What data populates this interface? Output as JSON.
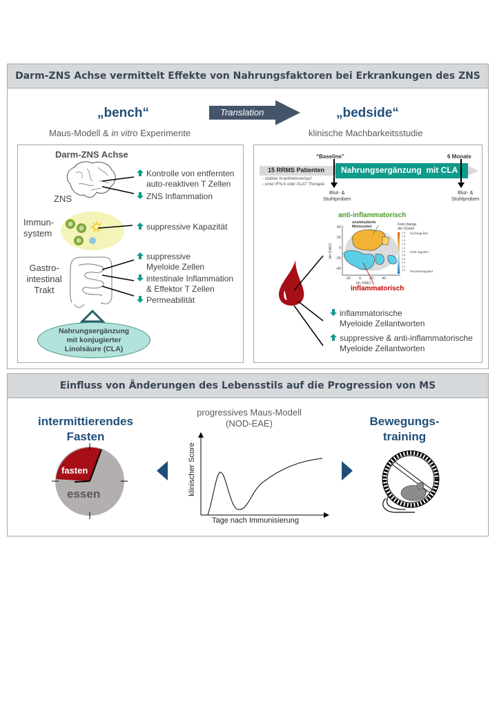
{
  "panel1": {
    "title": "Darm-ZNS Achse vermittelt Effekte von Nahrungsfaktoren bei Erkrankungen des ZNS",
    "bench": {
      "title": "„bench“",
      "subtitle_prefix": "Maus-Modell  & ",
      "subtitle_italic": "in vitro",
      "subtitle_suffix": " Experimente"
    },
    "translation_label": "Translation",
    "bedside": {
      "title": "„bedside“",
      "subtitle": "klinische Machbarkeitsstudie"
    },
    "left_box": {
      "heading": "Darm-ZNS Achse",
      "organs": {
        "zns": "ZNS",
        "immune_line1": "Immun-",
        "immune_line2": "system",
        "gi_line1": "Gastro-",
        "gi_line2": "intestinal",
        "gi_line3": "Trakt"
      },
      "effects": [
        {
          "direction": "up",
          "line1": "Kontrolle von entfernten",
          "line2": "auto-reaktiven T Zellen"
        },
        {
          "direction": "down",
          "line1": "ZNS Inflammation",
          "line2": ""
        },
        {
          "direction": "up",
          "line1": "suppressive Kapazität",
          "line2": ""
        },
        {
          "direction": "up",
          "line1": "suppressive",
          "line2": "Myeloide Zellen"
        },
        {
          "direction": "down",
          "line1": "intestinale Inflammation",
          "line2": "& Effektor T Zellen"
        },
        {
          "direction": "down",
          "line1": "Permeabilität",
          "line2": ""
        }
      ],
      "supplement": {
        "line1": "Nahrungsergänzung",
        "line2": "mit konjugierter",
        "line3": "Linolsäure (CLA)"
      }
    },
    "right_box": {
      "baseline_label": "“Baseline”",
      "end_label": "6 Monate",
      "patients_label": "15 RRMS Patienten",
      "intervention_label": "Nahrungsergänzung  mit CLA",
      "criteria": [
        "- stabiler Krankheitsverlauf",
        "- unter IFN-ß oder GLAT Therapie"
      ],
      "sample_label_line1": "Blut-  &",
      "sample_label_line2": "Stuhlproben",
      "tsne": {
        "anti_label": "anti-inflammatorisch",
        "monocyte_label_line1": "unstimulierte",
        "monocyte_label_line2": "Monozyten",
        "inflam_label": "inflammatorisch",
        "ylabel": "bh-SNE2",
        "xlabel": "bh-SNE1",
        "yticks": [
          "40",
          "20",
          "0",
          "-20",
          "-40"
        ],
        "xticks": [
          "-20",
          "0",
          "20",
          "40"
        ],
        "legend_title_line1": "Fold change",
        "legend_title_line2": "der Cluster",
        "legend_ticks": [
          "2.0",
          "1.8",
          "1.6",
          "1.4",
          "1.2",
          "1.0",
          "0.8",
          "0.6",
          "0.4",
          "0.2",
          "0.0"
        ],
        "legend_high": "hochreguliert",
        "legend_mid": "nicht reguliert",
        "legend_low": "herunterreguliert"
      },
      "effects": [
        {
          "direction": "down",
          "line1": "inflammatorische",
          "line2": "Myeloide Zellantworten"
        },
        {
          "direction": "up",
          "line1": "suppressive & anti-inflammatorische",
          "line2": "Myeloide Zellantworten"
        }
      ]
    }
  },
  "panel2": {
    "title": "Einfluss von Änderungen des Lebensstils auf die Progression von MS",
    "fasting": {
      "title_line1": "intermittierendes",
      "title_line2": "Fasten",
      "fasten_label": "fasten",
      "essen_label": "essen"
    },
    "model": {
      "title_line1": "progressives Maus-Modell",
      "title_line2": "(NOD-EAE)",
      "ylabel": "klinischer Score",
      "xlabel": "Tage nach Immunisierung"
    },
    "exercise": {
      "title_line1": "Bewegungs-",
      "title_line2": "training"
    }
  },
  "colors": {
    "navy": "#1f4e79",
    "teal": "#0f9a8a",
    "header_gray": "#d6d9dc",
    "blood_red": "#a50f15",
    "green_label": "#4a9a2a",
    "red_label": "#c00000"
  }
}
